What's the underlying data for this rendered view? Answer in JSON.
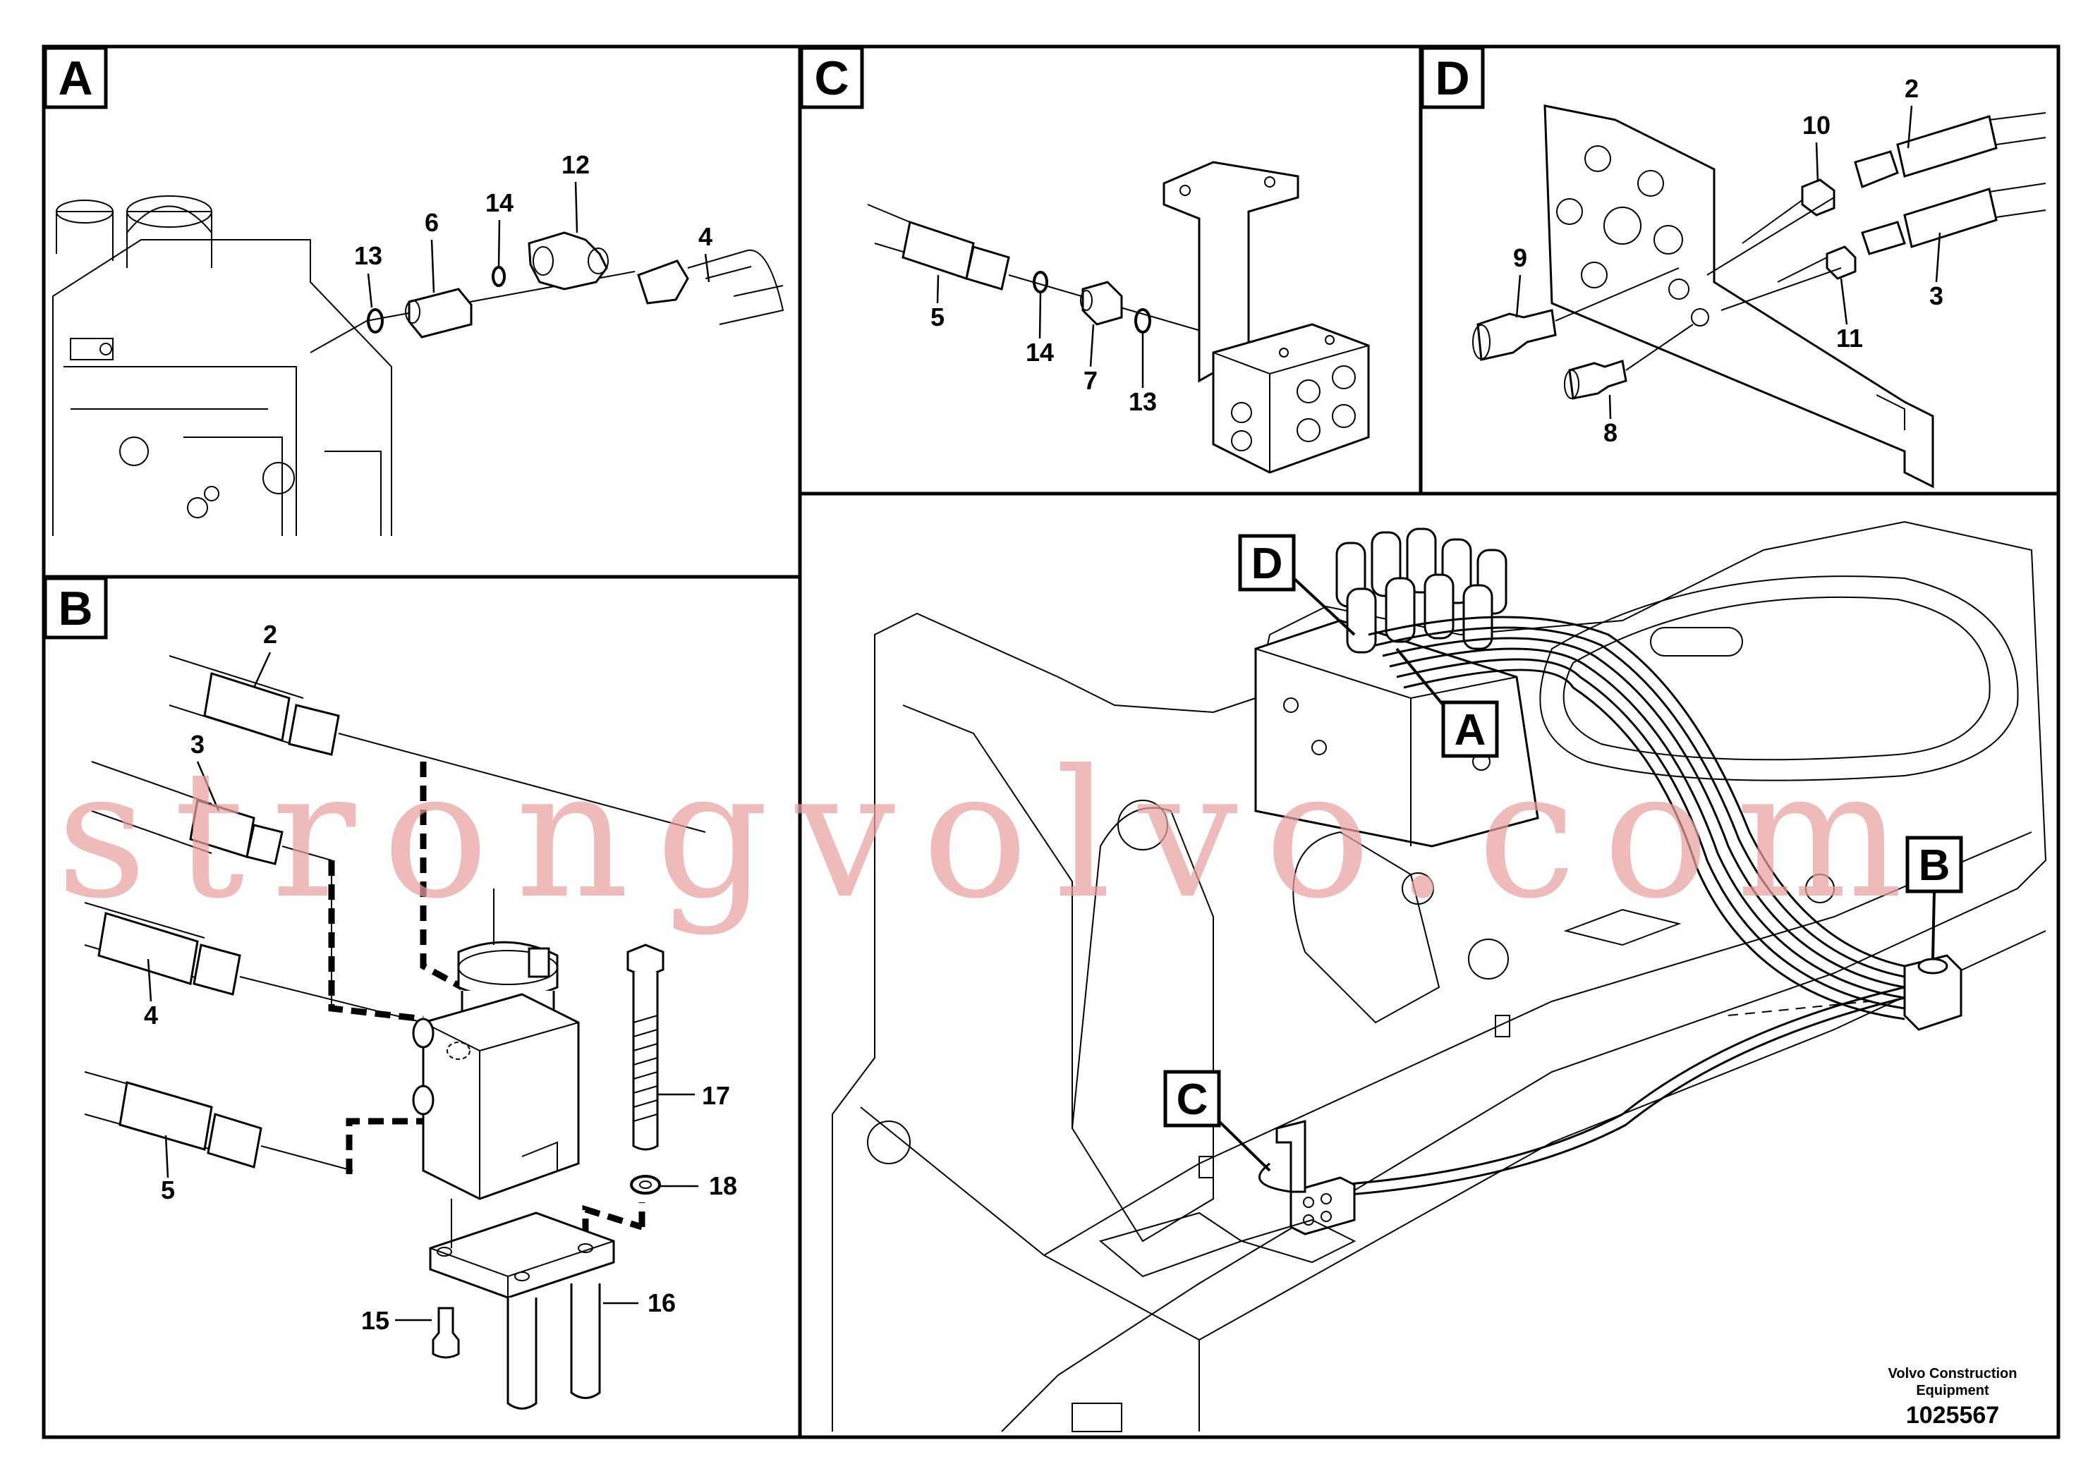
{
  "panels": {
    "a": {
      "label": "A"
    },
    "b": {
      "label": "B"
    },
    "c": {
      "label": "C"
    },
    "d": {
      "label": "D"
    }
  },
  "overview_labels": {
    "a": "A",
    "b": "B",
    "c": "C",
    "d": "D"
  },
  "callouts": {
    "a": [
      "13",
      "6",
      "14",
      "12",
      "4"
    ],
    "b": [
      "2",
      "3",
      "4",
      "5",
      "17",
      "18",
      "15",
      "16"
    ],
    "c": [
      "5",
      "14",
      "7",
      "13"
    ],
    "d": [
      "2",
      "10",
      "9",
      "11",
      "3",
      "8"
    ]
  },
  "footer": {
    "maker_line1": "Volvo Construction",
    "maker_line2": "Equipment",
    "drawing_number": "1025567"
  },
  "watermark": "strongvolvo.com"
}
